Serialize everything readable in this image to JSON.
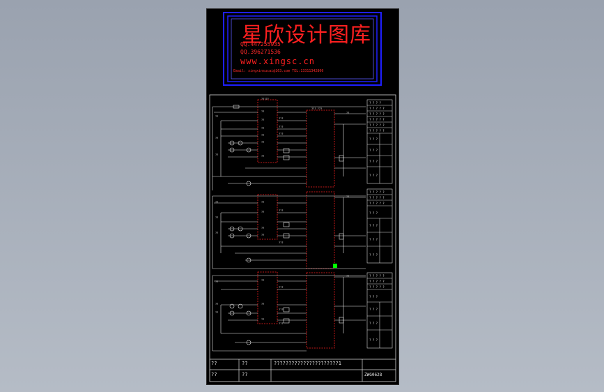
{
  "banner": {
    "title": "星欣设计图库",
    "qq1": "QQ.447255935",
    "qq2": "QQ.396271536",
    "website": "www.xingsc.cn",
    "contact": "Email: xingxinsucai@163.com   TEL:13311342800"
  },
  "title_block": {
    "cell_1": "??",
    "cell_2": "??",
    "cell_3": "??????????????????????1",
    "cell_4": "??",
    "cell_5": "??",
    "drawing_number": "ZWG0628"
  },
  "colors": {
    "canvas_bg": "#000000",
    "viewport_bg": "#a9b0bb",
    "banner_frame": "#1f1fff",
    "banner_text": "#ff2020",
    "wire": "#e8e8e8",
    "plc_dashed": "#ff2020",
    "marker": "#00ff00"
  }
}
